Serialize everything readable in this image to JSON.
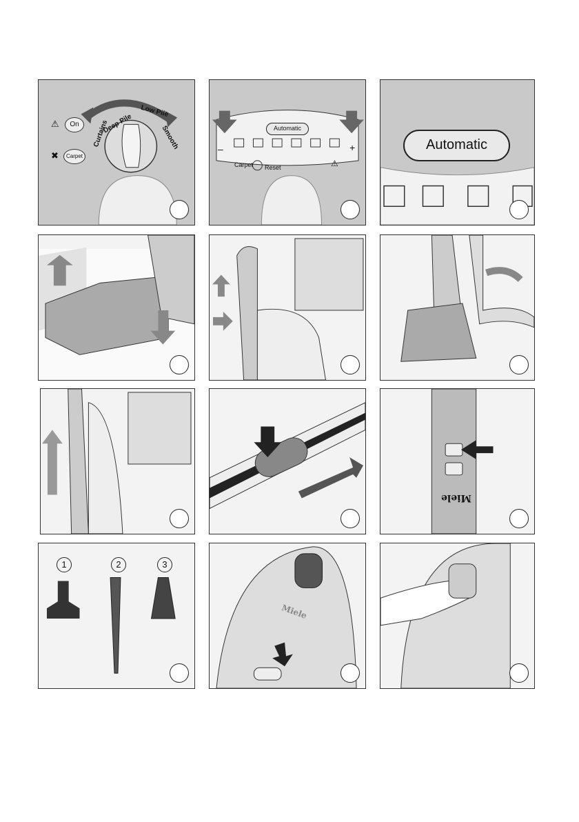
{
  "panel1": {
    "dial_labels": [
      "Curtains",
      "Deep Pile",
      "Low Pile",
      "Smooth"
    ],
    "button_on": "On",
    "button_carpet": "Carpet"
  },
  "panel2": {
    "automatic": "Automatic",
    "minus": "–",
    "plus": "+",
    "carpet": "Carpet",
    "reset": "Reset"
  },
  "panel3": {
    "automatic": "Automatic"
  },
  "panel9": {
    "brand": "Miele"
  },
  "panel10": {
    "numbers": [
      "1",
      "2",
      "3"
    ]
  },
  "panel11": {
    "brand": "Miele"
  },
  "colors": {
    "panel_gray": "#c8c8c8",
    "light_gray": "#e6e6e6",
    "dark": "#222222"
  }
}
